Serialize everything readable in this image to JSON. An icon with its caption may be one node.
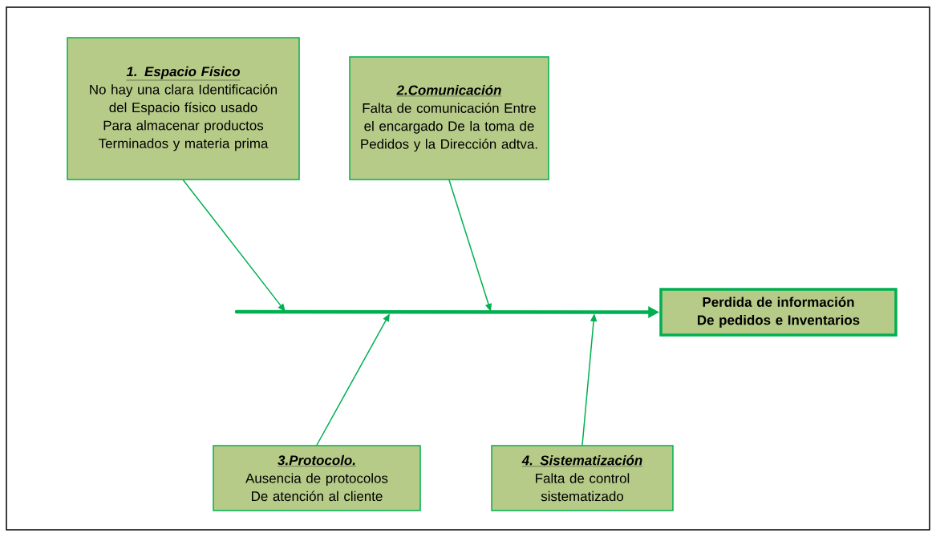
{
  "diagram": {
    "nodes": [
      {
        "text": [
          "1. Espacio Físico",
          "No hay una clara Identificación del Espacio físico usado Para almacenar productos Terminados y materia prima"
        ]
      },
      {
        "text": [
          "2.Comunicación",
          "Falta de comunicación Entre el encargado De la toma de Pedidos y la Dirección adtva."
        ]
      },
      {
        "text": [
          "3.Protocolo.",
          "Ausencia de protocolos De atención al cliente"
        ]
      },
      {
        "text": [
          "4. Sistematización",
          "Falta de control sistematizado"
        ]
      },
      {
        "text": [
          "Perdida de información De pedidos e Inventarios"
        ]
      }
    ],
    "edges": [
      {
        "from": null,
        "to": 4,
        "arrow": "to",
        "style": "thick"
      },
      {
        "from": 0,
        "to": null,
        "arrow": "to"
      },
      {
        "from": 1,
        "to": null,
        "arrow": "to"
      },
      {
        "from": 2,
        "to": null,
        "arrow": "to"
      },
      {
        "from": 3,
        "to": null,
        "arrow": "to"
      }
    ]
  }
}
